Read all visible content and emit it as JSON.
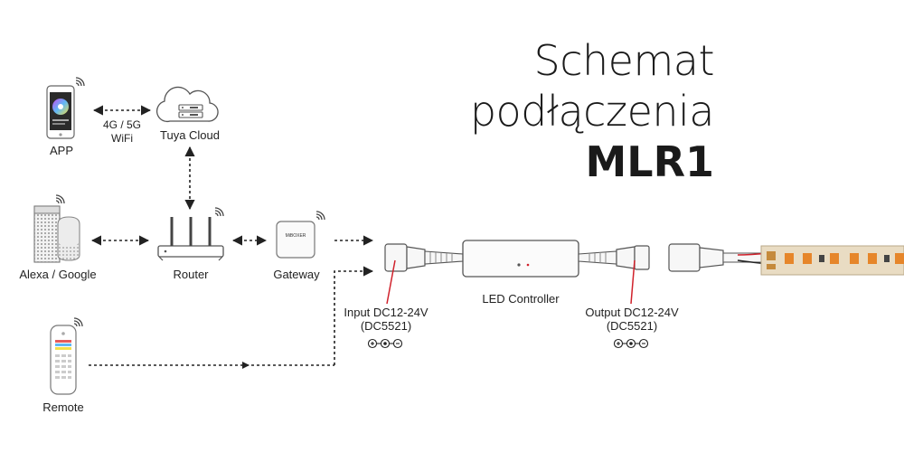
{
  "title": {
    "line1": "Schemat",
    "line2": "podłączenia",
    "line3": "MLR1"
  },
  "nodes": {
    "app": "APP",
    "link": {
      "line1": "4G / 5G",
      "line2": "WiFi"
    },
    "cloud": "Tuya Cloud",
    "alexa": "Alexa / Google",
    "router": "Router",
    "gateway": "Gateway",
    "remote": "Remote",
    "controller": "LED Controller",
    "gateway_brand": "MiBOXER"
  },
  "ports": {
    "input": {
      "line1": "Input DC12-24V",
      "line2": "(DC5521)"
    },
    "output": {
      "line1": "Output DC12-24V",
      "line2": "(DC5521)"
    }
  },
  "colors": {
    "accent_red": "#d0202a",
    "led_orange": "#e6862a",
    "strip_tan": "#e9dcc3",
    "line": "#222222"
  }
}
